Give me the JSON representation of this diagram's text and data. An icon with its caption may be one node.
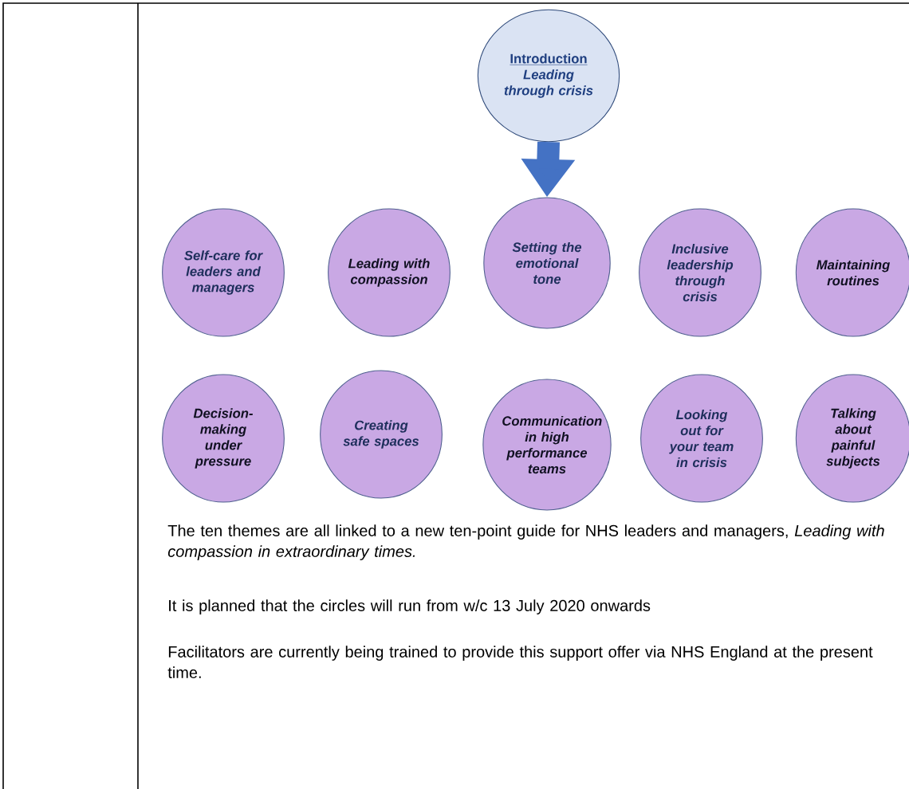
{
  "diagram": {
    "nodes": [
      {
        "text": [
          "Introduction",
          "Leading through crisis"
        ]
      },
      {
        "text": [
          "Self-care for leaders and managers"
        ]
      },
      {
        "text": [
          "Leading with compassion"
        ]
      },
      {
        "text": [
          "Setting the emotional tone"
        ]
      },
      {
        "text": [
          "Inclusive leadership through crisis"
        ]
      },
      {
        "text": [
          "Maintaining routines"
        ]
      },
      {
        "text": [
          "Decision-making under pressure"
        ]
      },
      {
        "text": [
          "Creating safe spaces"
        ]
      },
      {
        "text": [
          "Communication in high performance teams"
        ]
      },
      {
        "text": [
          "Looking out for your team in crisis"
        ]
      },
      {
        "text": [
          "Talking about painful subjects"
        ]
      }
    ],
    "edges": [
      {
        "from": 0,
        "to": 3,
        "arrow": "to"
      }
    ],
    "labels": [
      "The ten themes are all linked to a new ten-point guide for NHS leaders and managers, *Leading with compassion in extraordinary times.*",
      "It is planned that the circles will run from w/c 13 July 2020 onwards",
      "Facilitators are currently being trained to provide this support offer via NHS England at the present time."
    ]
  }
}
